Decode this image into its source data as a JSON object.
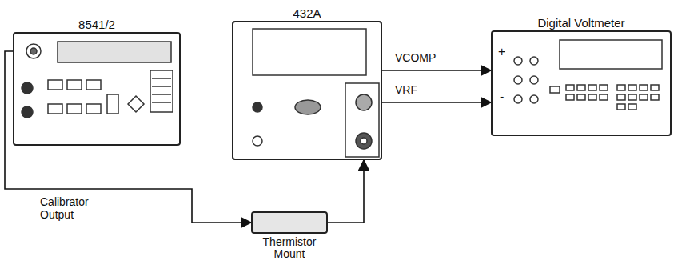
{
  "diagram": {
    "nodes": [
      {
        "text": [
          "8541/2"
        ]
      },
      {
        "text": [
          "432A"
        ]
      },
      {
        "text": [
          "Digital Voltmeter"
        ]
      },
      {
        "text": [
          "Thermistor Mount"
        ]
      }
    ],
    "edges": [
      {
        "from": 0,
        "to": 3,
        "arrow": "to",
        "label": "Calibrator Output"
      },
      {
        "from": 3,
        "to": 1,
        "arrow": "to"
      },
      {
        "from": 1,
        "to": 2,
        "arrow": "to",
        "label": "VCOMP"
      },
      {
        "from": 1,
        "to": 2,
        "arrow": "to",
        "label": "VRF"
      }
    ],
    "labels": [
      "+",
      "-"
    ]
  }
}
